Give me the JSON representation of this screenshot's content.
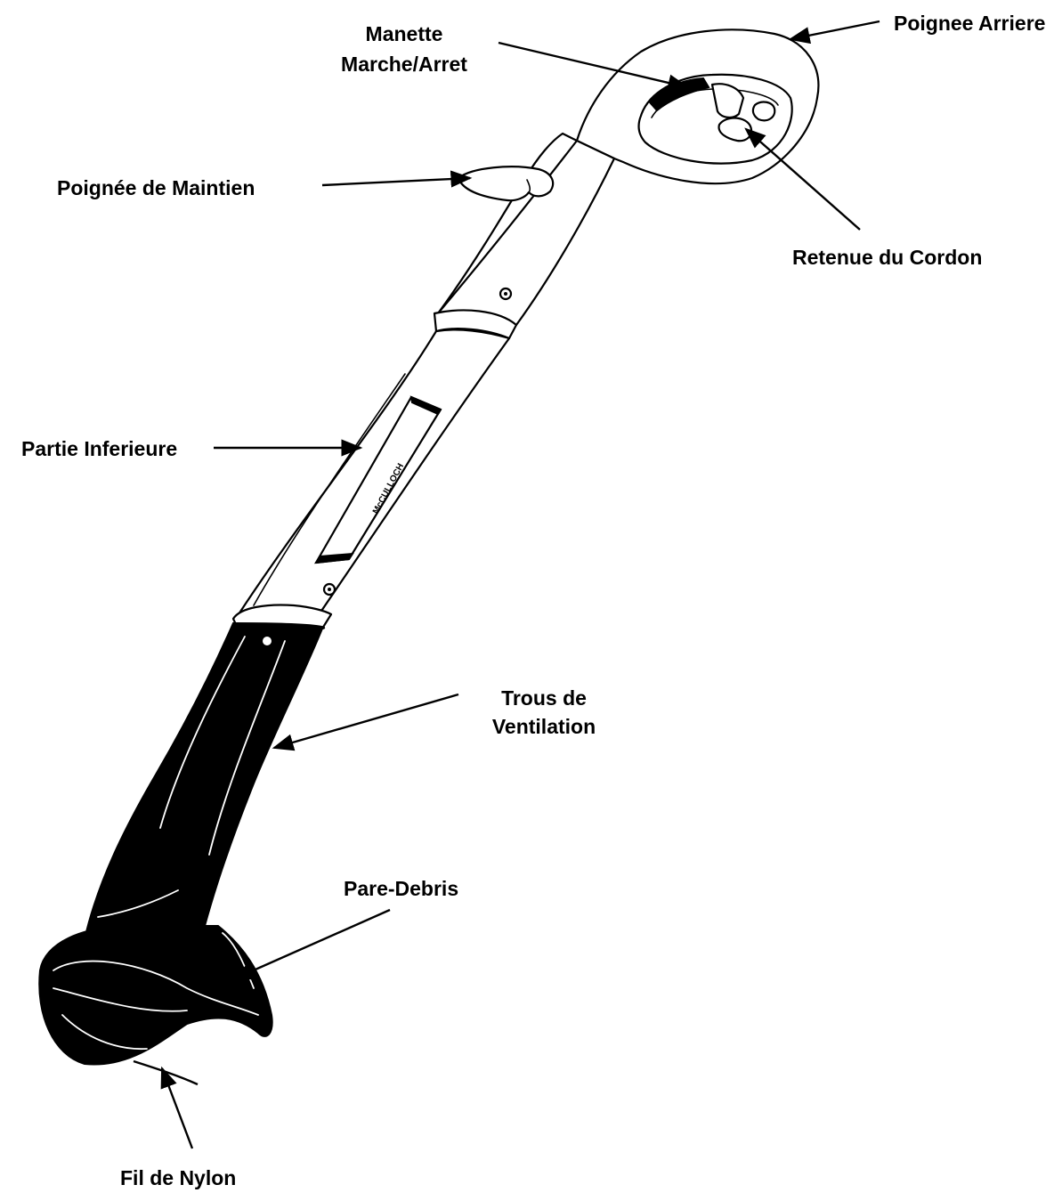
{
  "diagram": {
    "brand_text": "McCULLOCH",
    "labels": [
      {
        "id": "poignee-arriere",
        "lines": [
          "Poignee Arriere"
        ]
      },
      {
        "id": "manette-marche-arret",
        "lines": [
          "Manette",
          "Marche/Arret"
        ]
      },
      {
        "id": "poignee-de-maintien",
        "lines": [
          "Poignée de Maintien"
        ]
      },
      {
        "id": "retenue-du-cordon",
        "lines": [
          "Retenue du Cordon"
        ]
      },
      {
        "id": "partie-inferieure",
        "lines": [
          "Partie Inferieure"
        ]
      },
      {
        "id": "trous-de-ventilation",
        "lines": [
          "Trous de",
          "Ventilation"
        ]
      },
      {
        "id": "pare-debris",
        "lines": [
          "Pare-Debris"
        ]
      },
      {
        "id": "fil-de-nylon",
        "lines": [
          "Fil de Nylon"
        ]
      }
    ]
  }
}
